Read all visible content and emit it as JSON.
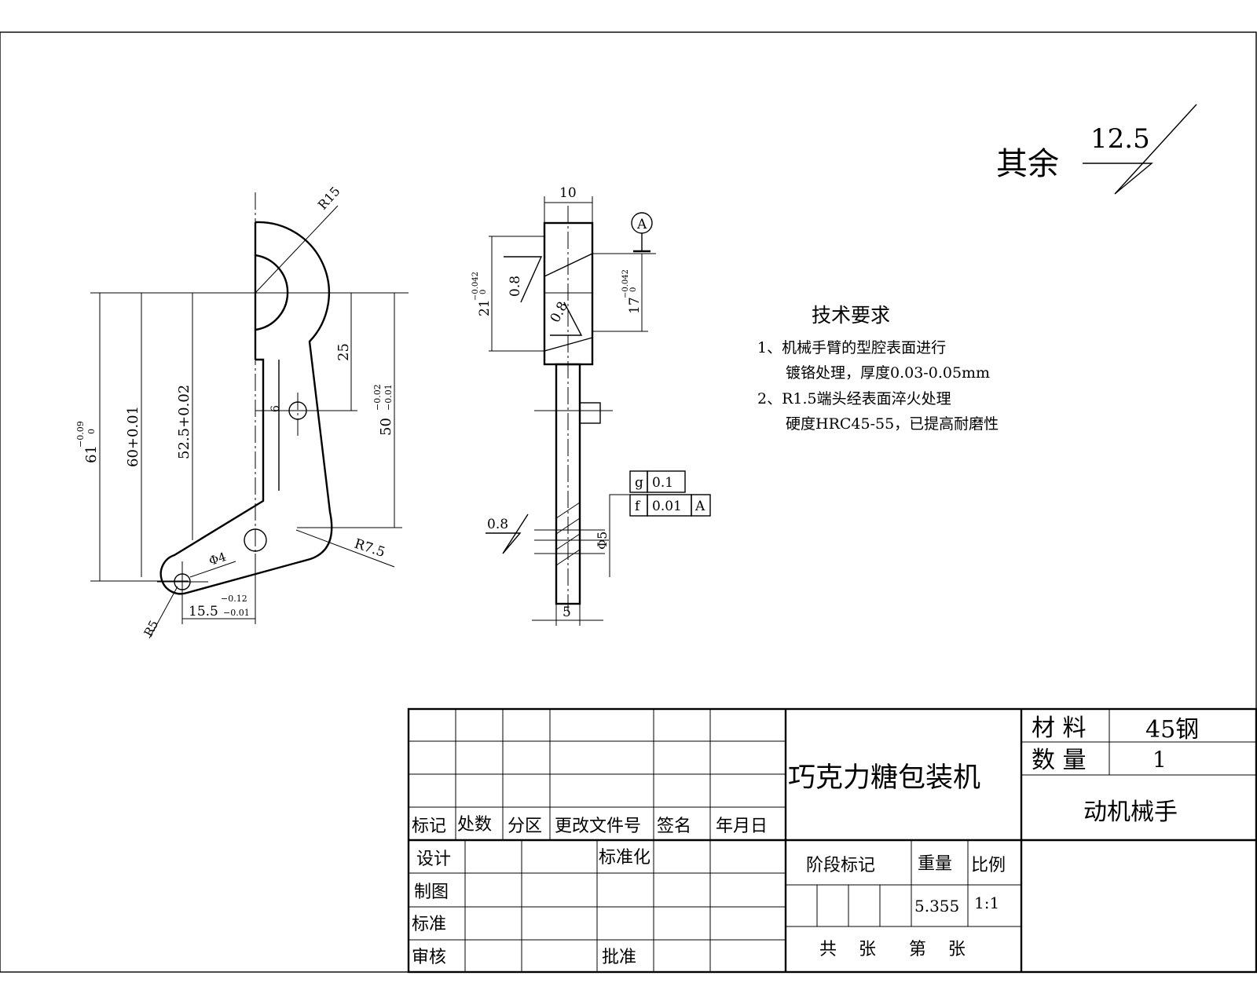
{
  "surface_finish": {
    "rest_label": "其余",
    "rest_value": "12.5",
    "left_view_value": "0.8",
    "front_top_value": "0.8",
    "front_bottom_value": "0.8"
  },
  "arm_view": {
    "radius_big": "R15",
    "dim_25": "25",
    "dim_6": "6",
    "dim_50": "50",
    "dim_50_tol_upper": "−0.02",
    "dim_50_tol_lower": "−0.01",
    "dim_52": "52.5+0.02",
    "dim_60": "60+0.01",
    "dim_61": "61",
    "dim_61_tol_upper": "−0.09",
    "dim_61_tol_lower": "0",
    "hole_dia": "Φ4",
    "radius_mid": "R7.5",
    "radius_small": "R5",
    "dim_15": "15.5",
    "dim_15_tol_upper": "−0.12",
    "dim_15_tol_lower": "−0.01"
  },
  "side_view": {
    "width_top": "10",
    "dim_21": "21",
    "dim_21_tol_upper": "−0.042",
    "dim_21_tol_lower": "0",
    "dim_17": "17",
    "dim_17_tol_upper": "−0.042",
    "dim_17_tol_lower": "0",
    "datum": "A",
    "shaft_dia": "Φ5",
    "shaft_width": "5",
    "gdt_row1": {
      "symbol": "g",
      "value": "0.1"
    },
    "gdt_row2": {
      "symbol": "f",
      "value": "0.01",
      "datum": "A"
    }
  },
  "tech_requirements": {
    "title": "技术要求",
    "line1": "1、机械手臂的型腔表面进行",
    "line2": "镀铬处理，厚度0.03-0.05mm",
    "line3": "2、R1.5端头经表面淬火处理",
    "line4": "硬度HRC45-55，已提高耐磨性"
  },
  "title_block": {
    "rev_headers": [
      "标记",
      "处数",
      "分区",
      "更改文件号",
      "签名",
      "年月日"
    ],
    "row_design": "设计",
    "row_standardize": "标准化",
    "row_draw": "制图",
    "row_standard": "标准",
    "row_review": "审核",
    "row_approve": "批准",
    "project_name": "巧克力糖包装机",
    "material_label": "材 料",
    "material_value": "45钢",
    "quantity_label": "数 量",
    "quantity_value": "1",
    "part_name": "动机械手",
    "stage_label": "阶段标记",
    "weight_label": "重量",
    "scale_label": "比例",
    "weight_value": "5.355",
    "scale_value": "1:1",
    "sheets_text": "共    张      第    张"
  }
}
